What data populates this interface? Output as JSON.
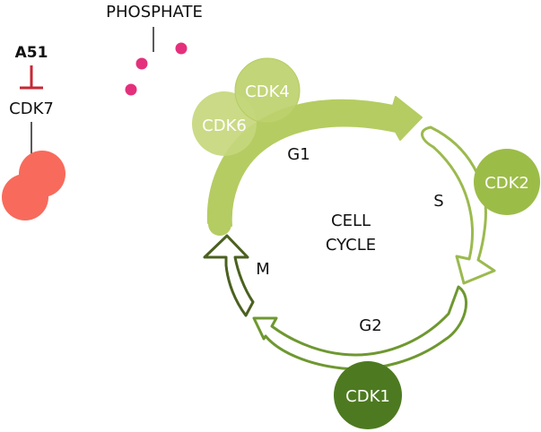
{
  "labels": {
    "phosphate": "PHOSPHATE",
    "inhibitor": "A51",
    "cdk7": "CDK7",
    "cell_cycle_line1": "CELL",
    "cell_cycle_line2": "CYCLE"
  },
  "phases": {
    "g1": "G1",
    "s": "S",
    "g2": "G2",
    "m": "M"
  },
  "kinases": {
    "cdk4": "CDK4",
    "cdk6": "CDK6",
    "cdk2": "CDK2",
    "cdk1": "CDK1"
  },
  "colors": {
    "g1_green": "#b5cc62",
    "cdk46_green": "#bdd16c",
    "s_green": "#9bba4e",
    "cdk2_green": "#9cbc48",
    "g2_green": "#6e9830",
    "cdk1_green": "#4d7a20",
    "m_green": "#4b6120",
    "phosphate_pink": "#e4307c",
    "cdk7_red": "#f86a5c",
    "inhibitor_red": "#c62834"
  }
}
